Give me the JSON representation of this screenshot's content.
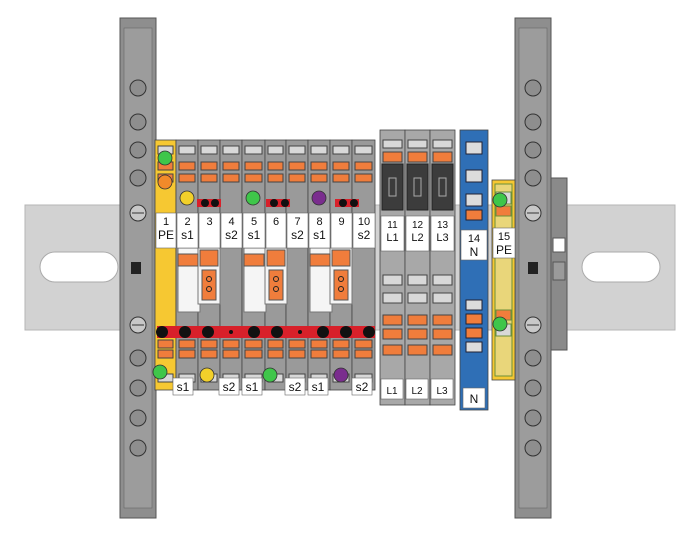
{
  "terminals": [
    {
      "number": "1",
      "label": "PE",
      "bottom": ""
    },
    {
      "number": "2",
      "label": "s1",
      "bottom": "s1"
    },
    {
      "number": "3",
      "label": "",
      "bottom": ""
    },
    {
      "number": "4",
      "label": "s2",
      "bottom": "s2"
    },
    {
      "number": "5",
      "label": "s1",
      "bottom": "s1"
    },
    {
      "number": "6",
      "label": "",
      "bottom": ""
    },
    {
      "number": "7",
      "label": "s2",
      "bottom": "s2"
    },
    {
      "number": "8",
      "label": "s1",
      "bottom": "s1"
    },
    {
      "number": "9",
      "label": "",
      "bottom": ""
    },
    {
      "number": "10",
      "label": "s2",
      "bottom": "s2"
    },
    {
      "number": "11",
      "label": "L1",
      "bottom": "L1"
    },
    {
      "number": "12",
      "label": "L2",
      "bottom": "L2"
    },
    {
      "number": "13",
      "label": "L3",
      "bottom": "L3"
    },
    {
      "number": "14",
      "label": "N",
      "bottom": "N"
    },
    {
      "number": "15",
      "label": "PE",
      "bottom": ""
    }
  ],
  "colors": {
    "rail": "#d2d2d2",
    "end_clamp": "#8e8e8e",
    "spring_orange": "#f07d3c",
    "pe_yellow": "#f6c832",
    "neutral_blue": "#2f6fb6",
    "l_dark": "#3c3c3c",
    "bridge_red": "#d8202a",
    "led_green": "#3fc64a",
    "led_yellow": "#f2d02a",
    "led_purple": "#7a2d8e",
    "led_orange": "#f28a2a"
  }
}
